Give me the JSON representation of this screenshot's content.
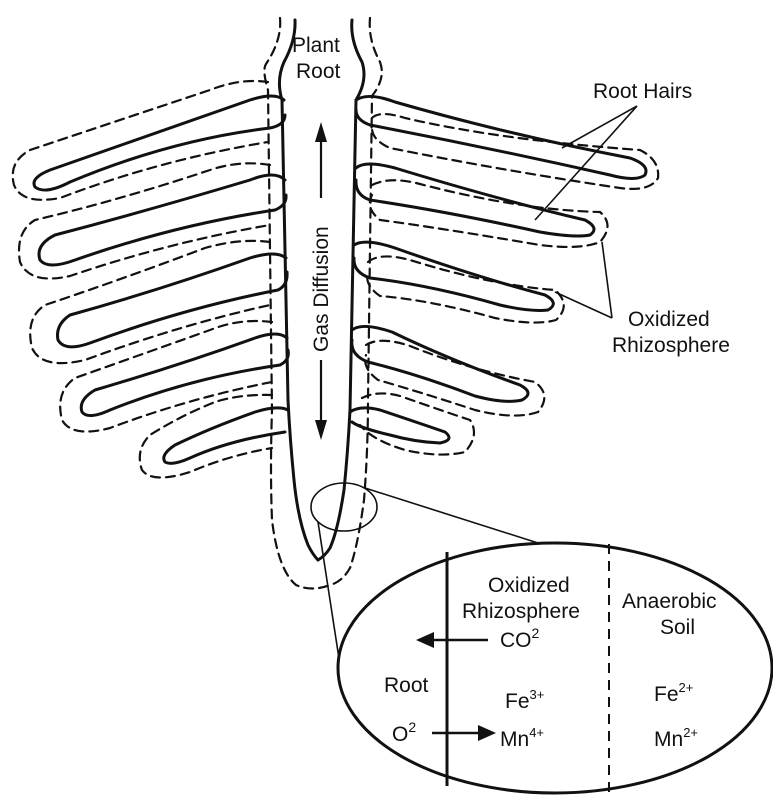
{
  "labels": {
    "plant_root_line1": "Plant",
    "plant_root_line2": "Root",
    "root_hairs": "Root Hairs",
    "gas_diffusion": "Gas Diffusion",
    "oxidized_rhizosphere_line1": "Oxidized",
    "oxidized_rhizosphere_line2": "Rhizosphere"
  },
  "inset": {
    "col_oxidized_line1": "Oxidized",
    "col_oxidized_line2": "Rhizosphere",
    "col_anaerobic_line1": "Anaerobic",
    "col_anaerobic_line2": "Soil",
    "root_label": "Root",
    "co2_base": "CO",
    "co2_sup": "2",
    "o2_base": "O",
    "o2_sup": "2",
    "fe_oxidized_base": "Fe",
    "fe_oxidized_sup": "3+",
    "mn_oxidized_base": "Mn",
    "mn_oxidized_sup": "4+",
    "fe_anaerobic_base": "Fe",
    "fe_anaerobic_sup": "2+",
    "mn_anaerobic_base": "Mn",
    "mn_anaerobic_sup": "2+"
  }
}
